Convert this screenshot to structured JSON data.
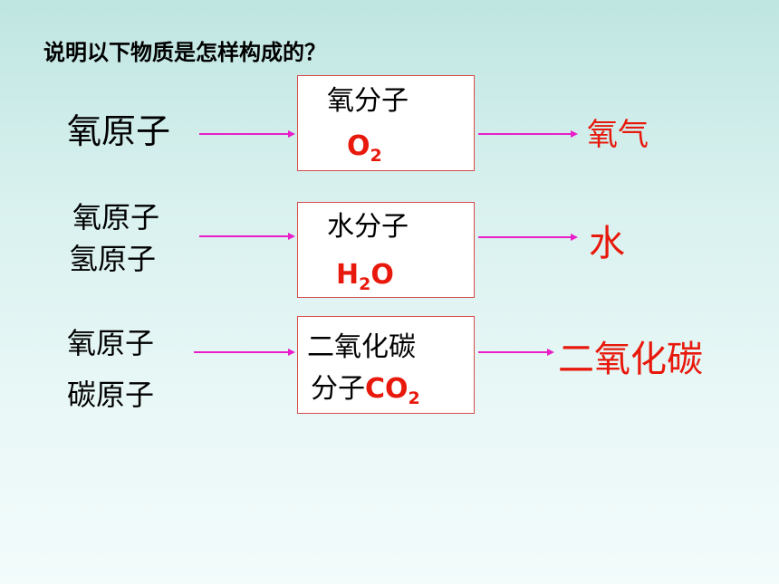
{
  "question": "说明以下物质是怎样构成的？",
  "rows": [
    {
      "atoms": [
        "氧原子"
      ],
      "molecule_name": "氧分子",
      "formula": {
        "main": "O",
        "sub": "2",
        "tail": ""
      },
      "product": "氧气"
    },
    {
      "atoms": [
        "氧原子",
        "氢原子"
      ],
      "molecule_name": "水分子",
      "formula": {
        "main": "H",
        "sub": "2",
        "tail": "O"
      },
      "product": "水"
    },
    {
      "atoms": [
        "氧原子",
        "碳原子"
      ],
      "molecule_name_line1": "二氧化碳",
      "molecule_name_line2": "分子",
      "formula": {
        "main": "CO",
        "sub": "2",
        "tail": ""
      },
      "product": "二氧化碳"
    }
  ],
  "colors": {
    "arrow": "#e81ec8",
    "formula": "#e8190c",
    "box_border": "#d64a4a"
  }
}
